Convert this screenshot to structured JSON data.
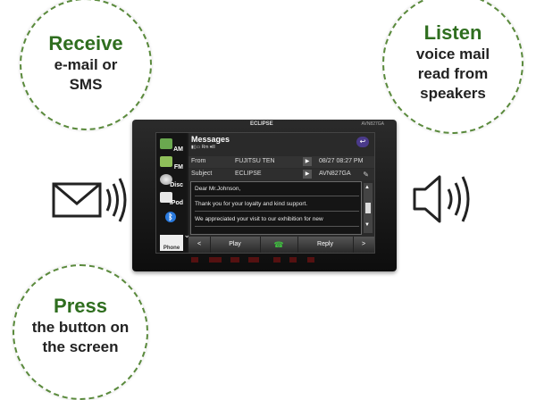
{
  "callouts": {
    "receive": {
      "title": "Receive",
      "line1": "e-mail or",
      "line2": "SMS"
    },
    "listen": {
      "title": "Listen",
      "line1": "voice mail",
      "line2": "read from",
      "line3": "speakers"
    },
    "press": {
      "title": "Press",
      "line1": "the button on",
      "line2": "the screen"
    }
  },
  "device": {
    "brand": "ECLIPSE",
    "model": "AVN827GA",
    "sources": {
      "am": "AM",
      "fm": "FM",
      "disc": "Disc",
      "ipod": "iPod",
      "bluetooth": "ᛒ",
      "more": "⌄",
      "phone": "Phone"
    }
  },
  "messages": {
    "title": "Messages",
    "status": "▮▯▭ Rm ▾ill",
    "back": "↩",
    "from_label": "From",
    "from_value": "FUJITSU TEN",
    "from_date": "08/27  08:27 PM",
    "subject_label": "Subject",
    "subject_value": "ECLIPSE",
    "subject_extra": "AVN827GA",
    "play_glyph": "▶",
    "clip_glyph": "✎",
    "body_lines": [
      "Dear Mr.Johnson,",
      "Thank you for your loyalty and kind support.",
      "We appreciated your visit to our exhibition for new"
    ],
    "scroll_up": "▲",
    "scroll_down": "▼",
    "buttons": {
      "prev": "<",
      "play": "Play",
      "call": "☎",
      "reply": "Reply",
      "next": ">"
    }
  },
  "colors": {
    "callout_green": "#2f6e1f",
    "callout_border": "#5a8a3c"
  },
  "icons": {
    "envelope": "envelope-icon",
    "speaker": "speaker-icon"
  }
}
